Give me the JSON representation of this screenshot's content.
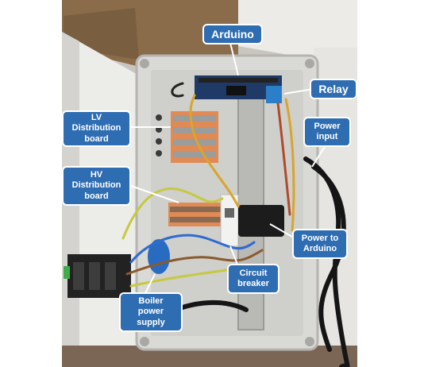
{
  "labels": {
    "arduino": "Arduino",
    "relay": "Relay",
    "power_input": "Power input",
    "lv_board": "LV Distribution board",
    "hv_board": "HV Distribution board",
    "power_to_arduino": "Power to Arduino",
    "circuit_breaker": "Circuit breaker",
    "boiler_supply": "Boiler power supply"
  },
  "colors": {
    "callout_fill": "#2f6db3",
    "callout_text": "#ffffff",
    "enclosure": "#d9d9d6",
    "cardboard": "#8a6b4a"
  }
}
